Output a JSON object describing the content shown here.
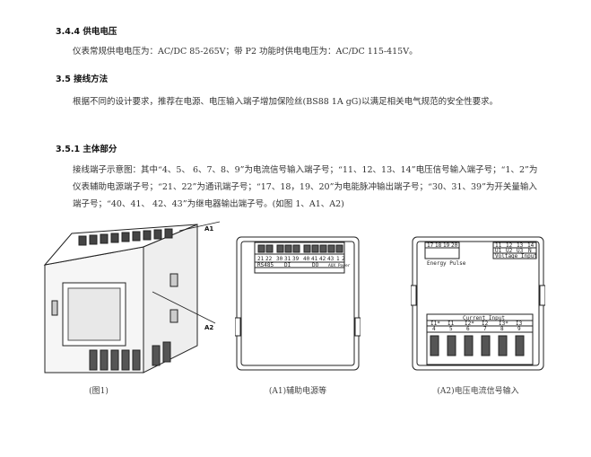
{
  "sections": {
    "s344": {
      "heading": "3.4.4 供电电压",
      "text": "仪表常规供电电压为：AC/DC 85-265V；带 P2 功能时供电电压为：AC/DC 115-415V。"
    },
    "s35": {
      "heading": "3.5 接线方法",
      "text": "根据不同的设计要求，推荐在电源、电压输入端子增加保险丝(BS88 1A gG)以满足相关电气规范的安全性要求。"
    },
    "s351": {
      "heading": "3.5.1 主体部分",
      "text": "接线端子示意图：其中“4、5、 6、7、8、9”为电流信号输入端子号；“11、12、13、14”电压信号输入端子号；“1、2”为仪表辅助电源端子号；“21、22”为通讯端子号；“17、18，19、20”为电能脉冲输出端子号；“30、31、39”为开关量输入端子号；“40、41、 42、43”为继电器输出端子号。(如图 1、A1、A2)"
    }
  },
  "figures": {
    "fig1": {
      "caption": "(图1)",
      "callouts": [
        "A1",
        "A2"
      ]
    },
    "a1": {
      "caption": "(A1)辅助电源等",
      "terminals": [
        "21",
        "22",
        "30",
        "31",
        "39",
        "40",
        "41",
        "42",
        "43",
        "1",
        "2"
      ],
      "groups": [
        "RS485",
        "DI",
        "DO",
        "AUX Power"
      ]
    },
    "a2": {
      "caption": "(A2)电压电流信号输入",
      "energy_terminals": [
        "17",
        "18",
        "19",
        "20"
      ],
      "energy_label": "Energy Pulse",
      "voltage_terminals": [
        "11",
        "12",
        "13",
        "14"
      ],
      "voltage_sub": [
        "U1",
        "U2",
        "U3",
        "N"
      ],
      "voltage_label": "Voltage Input",
      "current_label": "Current Input",
      "current_phase": [
        "I1*",
        "I1",
        "I2*",
        "I2",
        "I3*",
        "I3"
      ],
      "current_terminals": [
        "4",
        "5",
        "6",
        "7",
        "8",
        "9"
      ]
    }
  }
}
